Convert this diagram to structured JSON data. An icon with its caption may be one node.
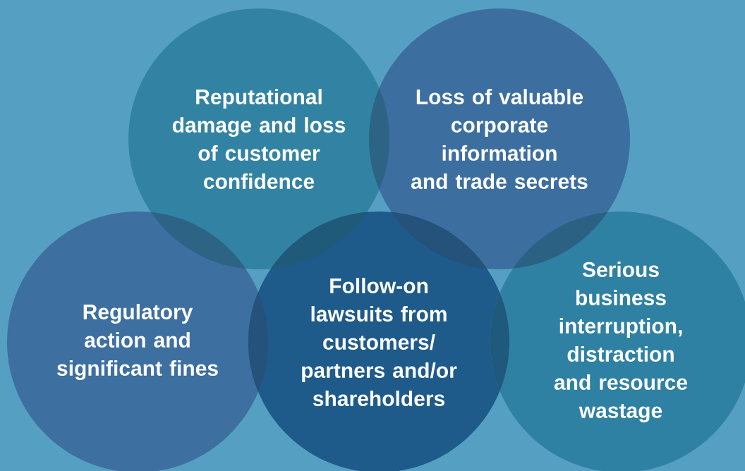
{
  "diagram": {
    "nodes": [
      {
        "text": [
          "Reputational damage and loss of customer confidence"
        ]
      },
      {
        "text": [
          "Loss of valuable corporate information and trade secrets"
        ]
      },
      {
        "text": [
          "Regulatory action and significant fines"
        ]
      },
      {
        "text": [
          "Follow-on lawsuits from customers/ partners and/or shareholders"
        ]
      },
      {
        "text": [
          "Serious business interruption, distraction and resource wastage"
        ]
      }
    ]
  }
}
